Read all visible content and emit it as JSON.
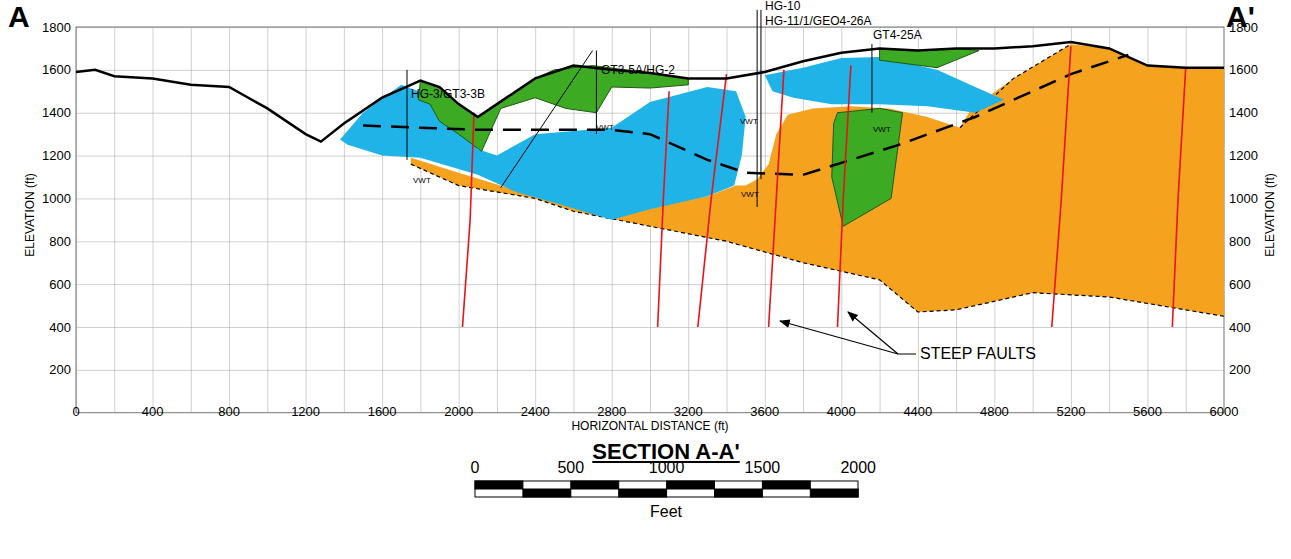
{
  "diagram": {
    "title": "SECTION A-A'",
    "labels": [
      "A",
      "A'",
      "1800",
      "1600",
      "1400",
      "1200",
      "1000",
      "800",
      "600",
      "400",
      "200",
      "1800",
      "1600",
      "1400",
      "1200",
      "1000",
      "800",
      "600",
      "400",
      "200",
      "ELEVATION (ft)",
      "ELEVATION (ft)",
      "0",
      "400",
      "800",
      "1200",
      "1600",
      "2000",
      "2400",
      "2800",
      "3200",
      "3600",
      "4000",
      "4400",
      "4800",
      "5200",
      "5600",
      "6000",
      "HORIZONTAL DISTANCE (ft)",
      "HG-3/GT3-3B",
      "GT3-5A/HG-2",
      "HG-10",
      "HG-11/1/GEO4-26A",
      "GT4-25A",
      "VWT",
      "VWT",
      "VWT",
      "VWT",
      "VWT",
      "STEEP FAULTS",
      "0",
      "500",
      "1000",
      "1500",
      "2000",
      "Feet"
    ]
  }
}
